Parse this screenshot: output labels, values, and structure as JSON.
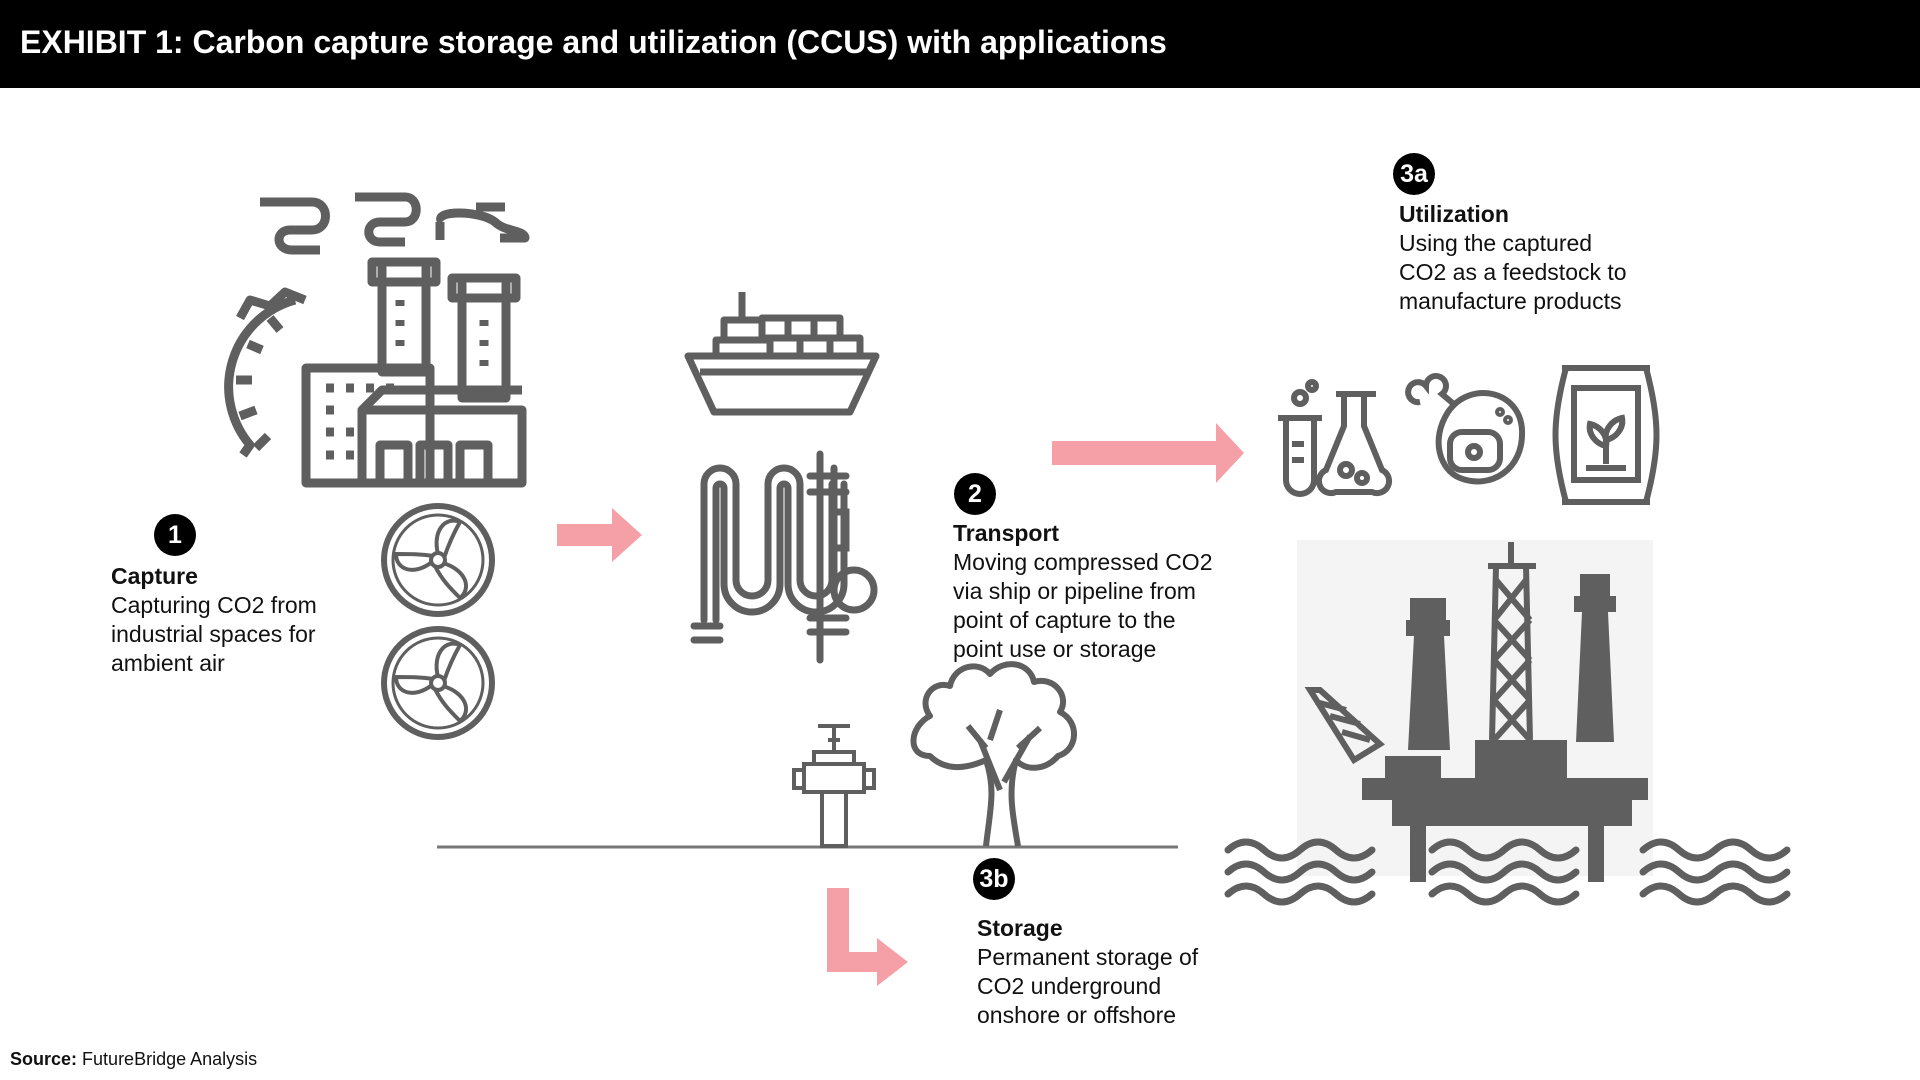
{
  "header": {
    "title": "EXHIBIT 1: Carbon capture storage and utilization (CCUS) with applications"
  },
  "steps": {
    "capture": {
      "number": "1",
      "title": "Capture",
      "description": "Capturing CO2 from\nindustrial spaces for\nambient air"
    },
    "transport": {
      "number": "2",
      "title": "Transport",
      "description": "Moving compressed CO2\nvia ship or pipeline from\npoint of capture to the\npoint use or storage"
    },
    "utilization": {
      "number": "3a",
      "title": "Utilization",
      "description": "Using the captured\nCO2 as a feedstock to\nmanufacture products"
    },
    "storage": {
      "number": "3b",
      "title": "Storage",
      "description": "Permanent storage of\nCO2 underground\nonshore or offshore"
    }
  },
  "footer": {
    "source_label": "Source:",
    "source_text": "FutureBridge Analysis"
  },
  "colors": {
    "header_bg": "#000000",
    "icon_gray": "#5f5f5f",
    "arrow_pink": "#f4a0a6",
    "badge_bg": "#000000"
  },
  "icons": [
    "factory-icon",
    "fan-icon",
    "ship-icon",
    "pipeline-icon",
    "lab-flask-icon",
    "meat-icon",
    "fertilizer-bag-icon",
    "valve-icon",
    "tree-icon",
    "offshore-rig-icon",
    "waves-icon"
  ]
}
